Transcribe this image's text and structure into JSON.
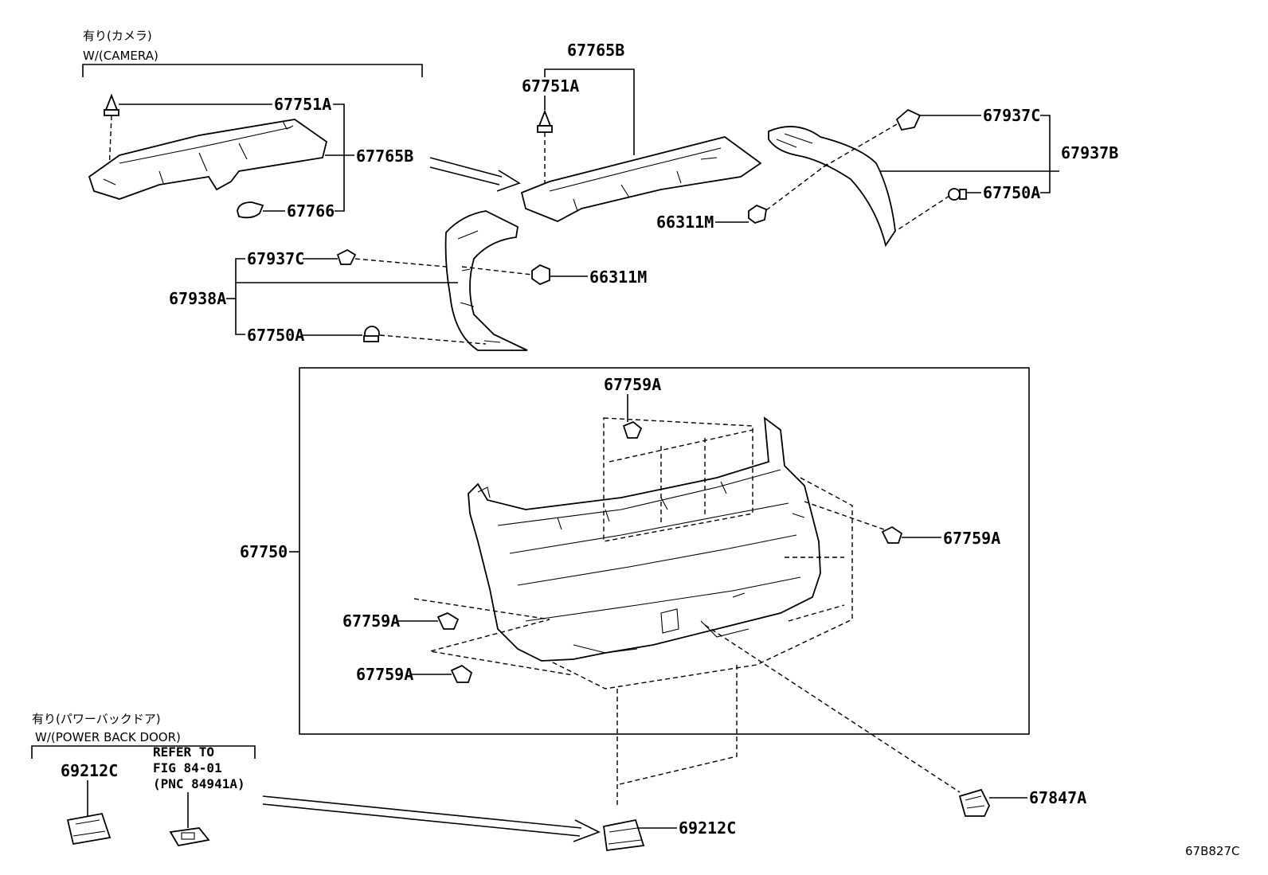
{
  "notes": {
    "camera_jp": "有り(カメラ)",
    "camera_en": "W/(CAMERA)",
    "pbd_jp": "有り(パワーバックドア)",
    "pbd_en": "W/(POWER BACK DOOR)",
    "refer_1": "REFER TO",
    "refer_2": "FIG 84-01",
    "refer_3": "(PNC 84941A)"
  },
  "labels": {
    "p67751A_left": "67751A",
    "p67765B_left": "67765B",
    "p67766": "67766",
    "p67765B_top": "67765B",
    "p67751A_top": "67751A",
    "p67937C_right": "67937C",
    "p67937B": "67937B",
    "p67750A_right": "67750A",
    "p66311M_right": "66311M",
    "p67937C_left": "67937C",
    "p67938A": "67938A",
    "p66311M_mid": "66311M",
    "p67750A_left": "67750A",
    "p67759A_top": "67759A",
    "p67759A_right": "67759A",
    "p67750": "67750",
    "p67759A_left1": "67759A",
    "p67759A_left2": "67759A",
    "p69212C_left": "69212C",
    "p69212C_bottom": "69212C",
    "p67847A": "67847A"
  },
  "diagram_code": "67B827C"
}
